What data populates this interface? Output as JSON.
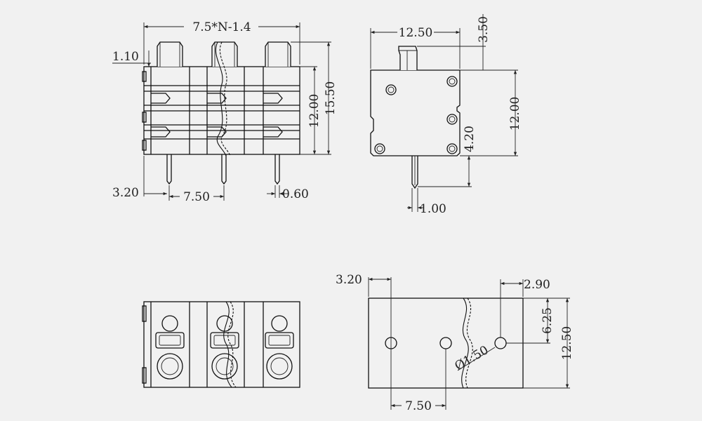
{
  "labels": {
    "front_width": "7.5*N-1.4",
    "front_top_offset": "1.10",
    "front_inner_height": "12.00",
    "front_total_height": "15.50",
    "front_pin_offset": "3.20",
    "front_pitch": "7.50",
    "front_pin_width": "0.60",
    "side_width": "12.50",
    "side_lever": "3.50",
    "side_height": "12.00",
    "side_pin_length": "4.20",
    "side_pin_width": "1.00",
    "pcb_offset_x": "3.20",
    "pcb_offset_right": "2.90",
    "pcb_half": "6.25",
    "pcb_height": "12.50",
    "pcb_hole": "Ø1.50",
    "pcb_pitch": "7.50"
  }
}
